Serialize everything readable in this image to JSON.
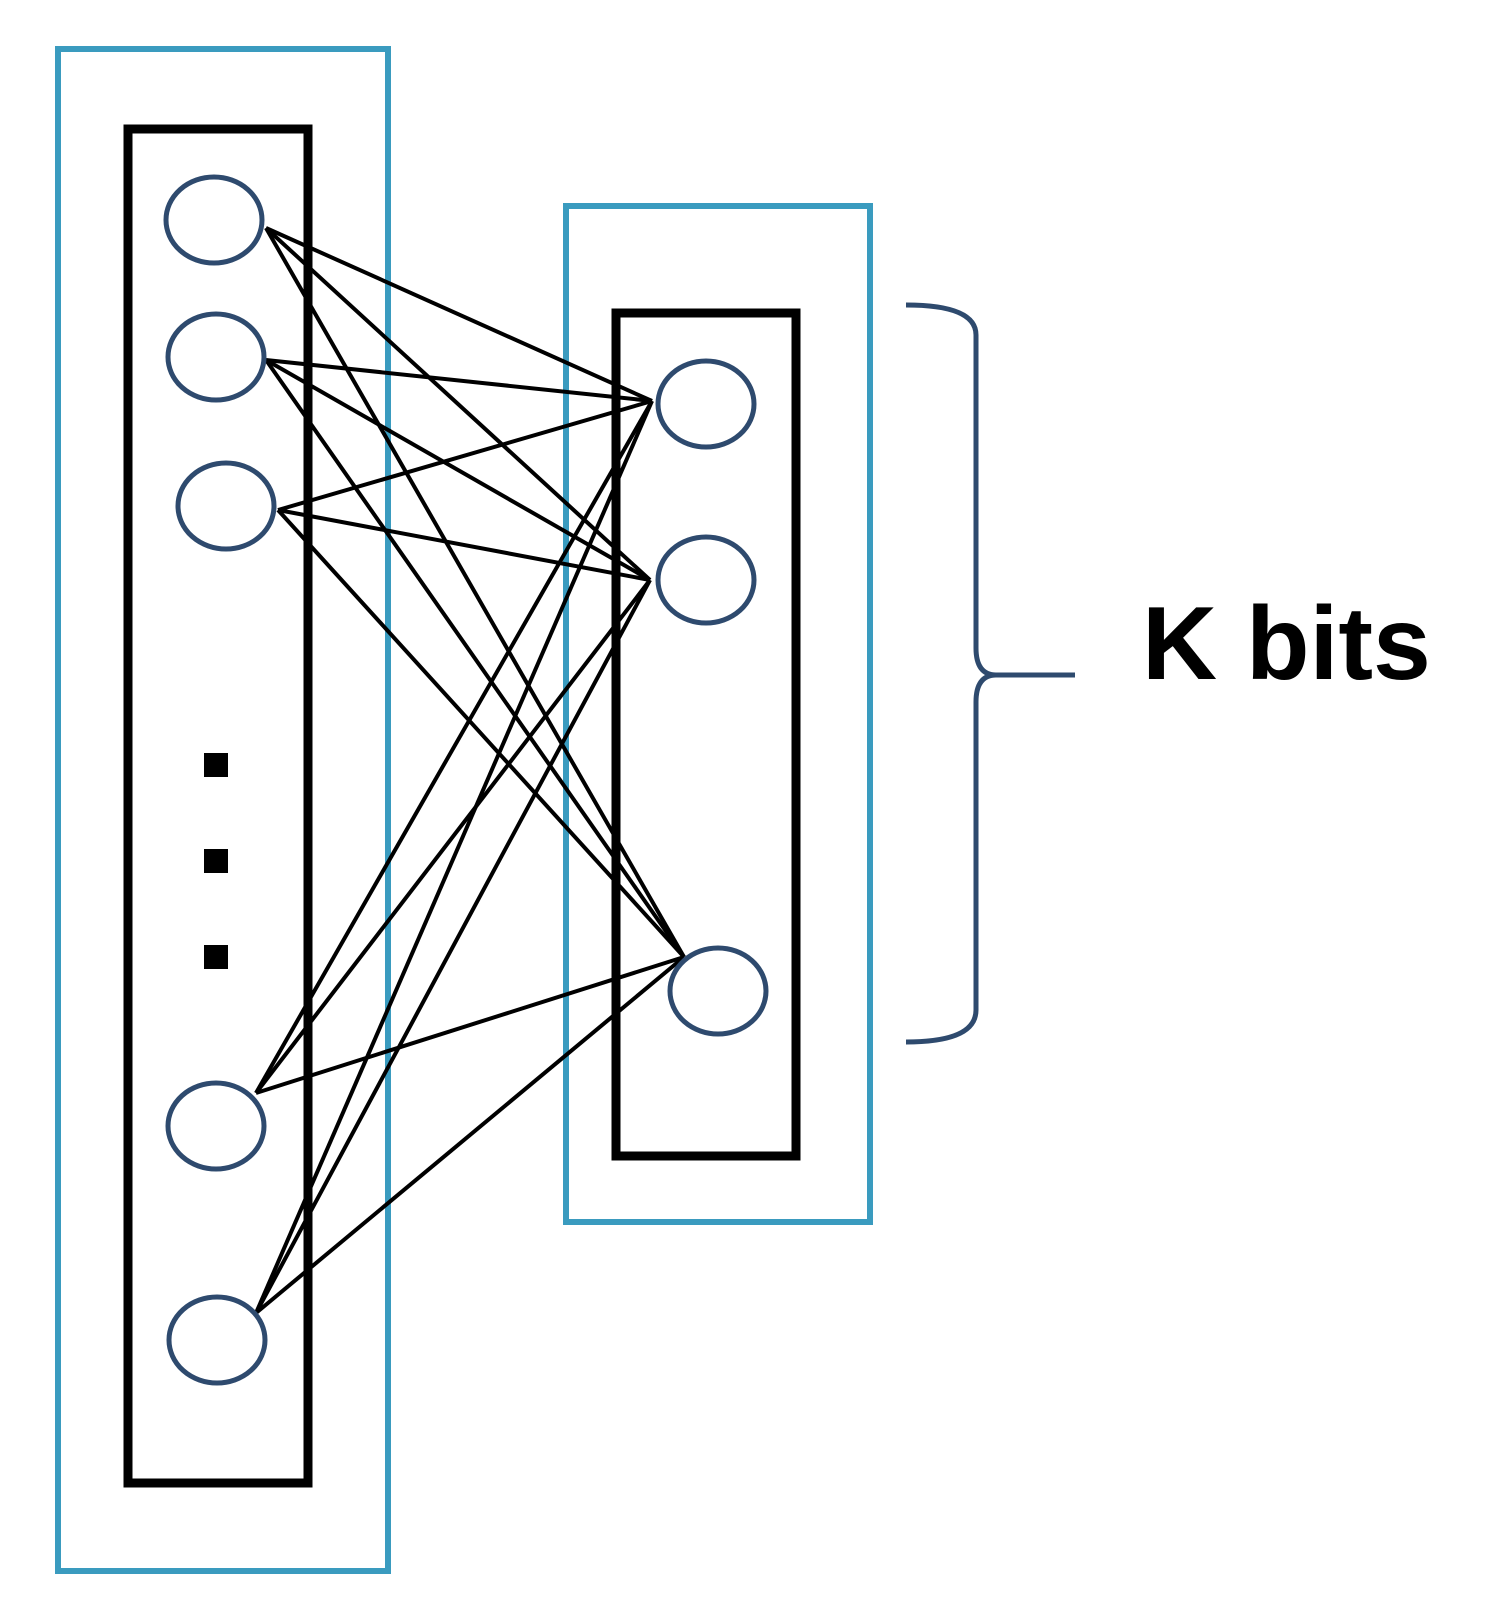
{
  "diagram": {
    "k_label": "K bits",
    "colors": {
      "outer_box": "#3a9bbf",
      "inner_box": "#000000",
      "node_outline": "#2e4a6e",
      "edges": "#000000",
      "brace": "#2e4a6e",
      "label": "#000000"
    },
    "input_layer": {
      "node_count_shown": 5,
      "ellipsis": "vertical-dots"
    },
    "output_layer": {
      "node_count_shown": 3
    },
    "connections": "fully-connected"
  }
}
